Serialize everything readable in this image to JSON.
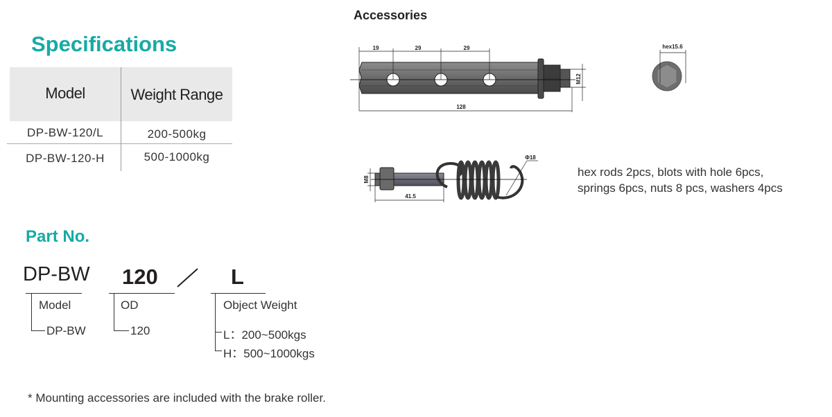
{
  "specifications": {
    "title": "Specifications",
    "table": {
      "headers": [
        "Model",
        "Weight Range"
      ],
      "rows": [
        [
          "DP-BW-120/L",
          "200-500kg"
        ],
        [
          "DP-BW-120-H",
          "500-1000kg"
        ]
      ]
    }
  },
  "accessories": {
    "title": "Accessories",
    "hex_rod_dims": {
      "d1": "19",
      "d2": "29",
      "d3": "29",
      "length": "128",
      "thread": "M12"
    },
    "hex_end_dim": "hex15.6",
    "bolt_spring_dims": {
      "thread": "M8",
      "length": "41.5",
      "spring_dia": "Φ18"
    },
    "contents_lines": [
      "hex rods 2pcs, blots with hole 6pcs,",
      "springs 6pcs, nuts 8 pcs, washers 4pcs"
    ]
  },
  "part_no": {
    "title": "Part No.",
    "code": {
      "model": "DP-BW",
      "od": "120",
      "separator": "／",
      "weight": "L"
    },
    "legend": {
      "model_label": "Model",
      "model_value": "DP-BW",
      "od_label": "OD",
      "od_value": "120",
      "weight_label": "Object Weight",
      "weight_options": [
        "L：200~500kgs",
        "H：500~1000kgs"
      ]
    }
  },
  "footnote": "*  Mounting accessories are included with the brake roller.",
  "colors": {
    "accent": "#17aaa5",
    "header_bg": "#e9e9ea"
  }
}
